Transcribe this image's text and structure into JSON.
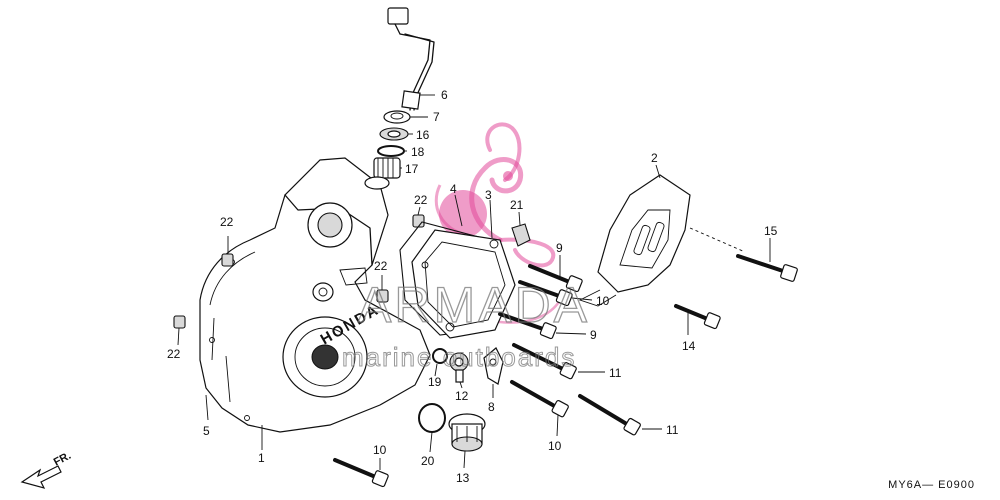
{
  "diagram_code": "MY6A— E0900",
  "direction_label": "FR.",
  "watermark": {
    "brand": "ARMADA",
    "tagline": "marine outboards",
    "accent_color": "#e24b9a"
  },
  "cover_emboss": "HONDA",
  "part_labels": {
    "p1": "1",
    "p2": "2",
    "p3": "3",
    "p4": "4",
    "p5": "5",
    "p6": "6",
    "p7": "7",
    "p8": "8",
    "p9a": "9",
    "p9b": "9",
    "p10a": "10",
    "p10b": "10",
    "p10c": "10",
    "p11a": "11",
    "p11b": "11",
    "p12": "12",
    "p13": "13",
    "p14": "14",
    "p15": "15",
    "p16": "16",
    "p17": "17",
    "p18": "18",
    "p19": "19",
    "p20": "20",
    "p21": "21",
    "p22a": "22",
    "p22b": "22",
    "p22c": "22",
    "p22d": "22"
  }
}
